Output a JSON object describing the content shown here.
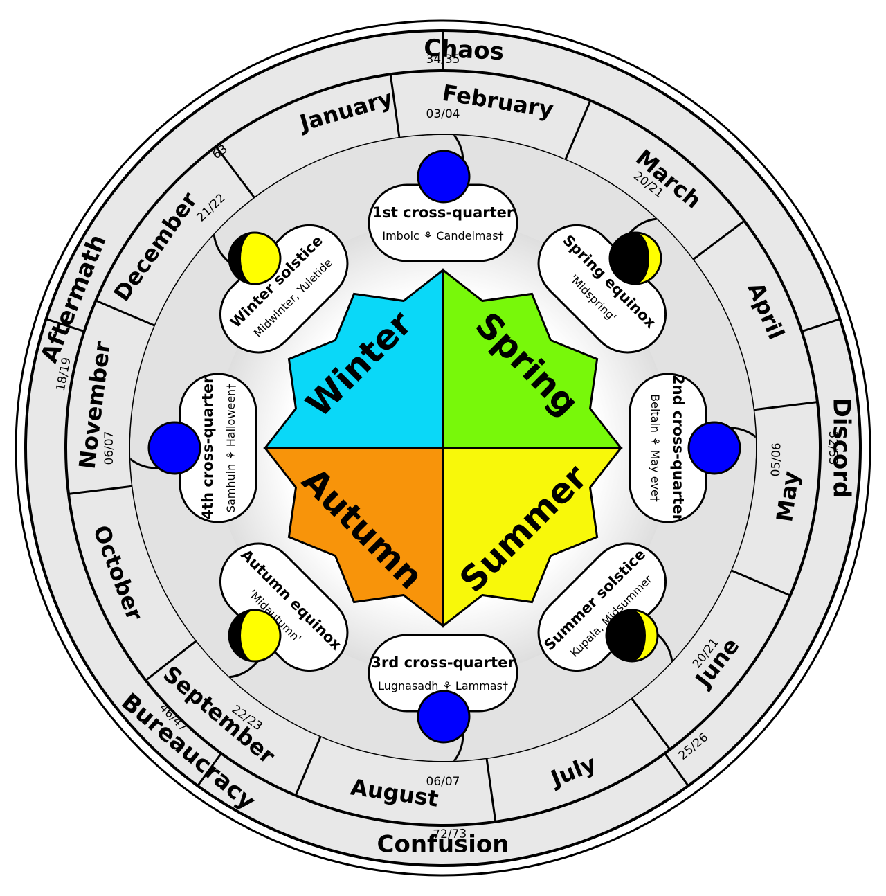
{
  "erisian_seasons": [
    {
      "name": "Chaos",
      "date": "34/35"
    },
    {
      "name": "Discord",
      "date": "52/53"
    },
    {
      "name": "Confusion",
      "date": "25/26"
    },
    {
      "name": "Bureaucracy",
      "date": "46/47"
    },
    {
      "name": "Aftermath",
      "date": "18/19"
    }
  ],
  "boundary_day": "72/73",
  "months": [
    {
      "name": "January"
    },
    {
      "name": "February",
      "date": "03/04"
    },
    {
      "name": "March",
      "date": "20/21"
    },
    {
      "name": "April"
    },
    {
      "name": "May",
      "date": "05/06"
    },
    {
      "name": "June",
      "date": "20/21"
    },
    {
      "name": "July"
    },
    {
      "name": "August",
      "date": "06/07"
    },
    {
      "name": "September",
      "date": "22/23"
    },
    {
      "name": "October"
    },
    {
      "name": "November",
      "date": "06/07"
    },
    {
      "name": "December",
      "date": "21/22"
    }
  ],
  "december_extra": "63",
  "seasons": [
    "Winter",
    "Spring",
    "Summer",
    "Autumn"
  ],
  "festivals": [
    {
      "title": "1st cross-quarter",
      "sub": "Imbolc ⚘ Candelmas†"
    },
    {
      "title": "Spring equinox",
      "sub": "'Midspring'"
    },
    {
      "title": "2nd cross-quarter",
      "sub": "Beltain ⚘ May eve†"
    },
    {
      "title": "Summer solstice",
      "sub": "Kupala, Midsummer"
    },
    {
      "title": "3rd cross-quarter",
      "sub": "Lugnasadh ⚘ Lammas†"
    },
    {
      "title": "Autumn equinox",
      "sub": "'Midautumn'"
    },
    {
      "title": "4th cross-quarter",
      "sub": "Samhuin ⚘ Halloween†"
    },
    {
      "title": "Winter solstice",
      "sub": "Midwinter, Yuletide"
    }
  ],
  "colors": {
    "winter": "#0ad8f8",
    "spring": "#78f80a",
    "summer": "#f8f80a",
    "autumn": "#f8940a",
    "ring": "#e8e8e8",
    "moon_red": "#ff0000",
    "moon_blue": "#0000ff",
    "moon_yellow": "#ffff00",
    "moon_black": "#000000"
  },
  "icons": {
    "moon_symbol": "moon-phase-icon"
  }
}
